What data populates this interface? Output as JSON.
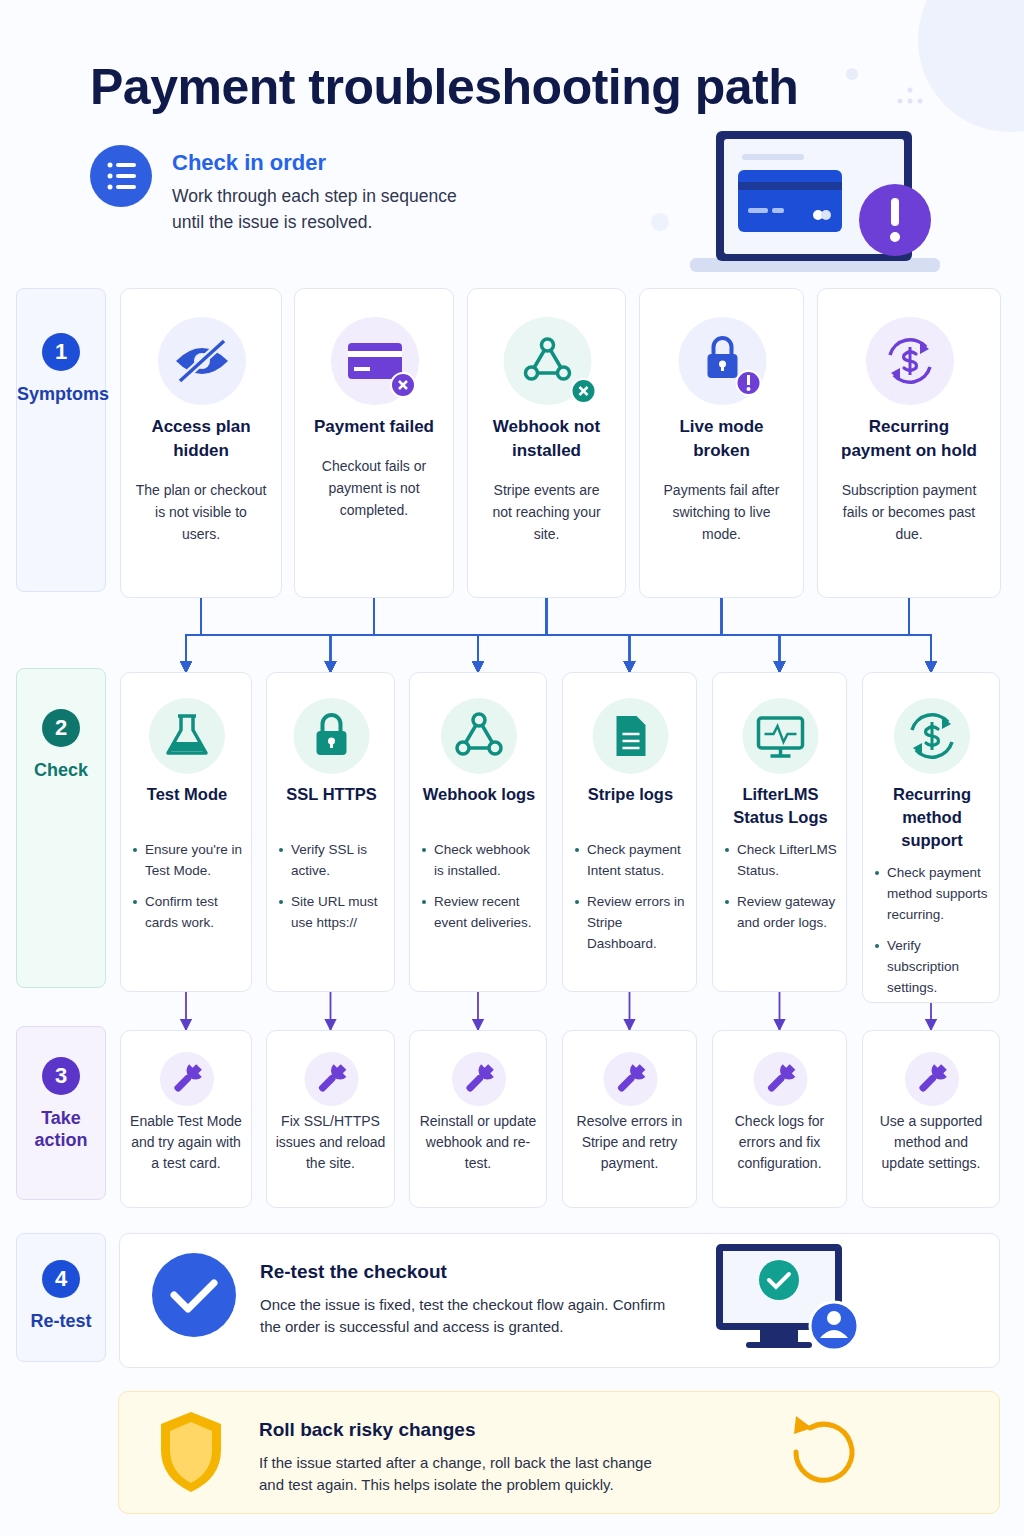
{
  "diagram": {
    "title": "Payment troubleshooting path",
    "nodes": [
      {
        "text": [
          "1",
          "Symptoms"
        ]
      },
      {
        "text": [
          "Access plan hidden",
          "The plan or checkout is not visible to users."
        ]
      },
      {
        "text": [
          "Payment failed",
          "Checkout fails or payment is not completed."
        ]
      },
      {
        "text": [
          "Webhook not installed",
          "Stripe events are not reaching your site."
        ]
      },
      {
        "text": [
          "Live mode broken",
          "Payments fail after switching to live mode."
        ]
      },
      {
        "text": [
          "Recurring payment on hold",
          "Subscription payment fails or becomes past due."
        ]
      },
      {
        "text": [
          "2",
          "Check"
        ]
      },
      {
        "text": [
          "Test Mode",
          "Ensure you're in Test Mode.",
          "Confirm test cards work."
        ]
      },
      {
        "text": [
          "SSL HTTPS",
          "Verify SSL is active.",
          "Site URL must use https://"
        ]
      },
      {
        "text": [
          "Webhook logs",
          "Check webhook is installed.",
          "Review recent event deliveries."
        ]
      },
      {
        "text": [
          "Stripe logs",
          "Check payment Intent status.",
          "Review errors in Stripe Dashboard."
        ]
      },
      {
        "text": [
          "LifterLMS Status Logs",
          "Check LifterLMS Status.",
          "Review gateway and order logs."
        ]
      },
      {
        "text": [
          "Recurring method support",
          "Check payment method supports recurring.",
          "Verify subscription settings."
        ]
      },
      {
        "text": [
          "3",
          "Take action"
        ]
      },
      {
        "text": [
          "Enable Test Mode and try again with a test card."
        ]
      },
      {
        "text": [
          "Fix SSL/HTTPS issues and reload the site."
        ]
      },
      {
        "text": [
          "Reinstall or update webhook and re-test."
        ]
      },
      {
        "text": [
          "Resolve errors in Stripe and retry payment."
        ]
      },
      {
        "text": [
          "Check logs for errors and fix configuration."
        ]
      },
      {
        "text": [
          "Use a supported method and update settings."
        ]
      },
      {
        "text": [
          "4",
          "Re-test"
        ]
      },
      {
        "text": [
          "Re-test the checkout",
          "Once the issue is fixed, test the checkout flow again. Confirm the order is successful and access is granted."
        ]
      },
      {
        "text": [
          "Roll back risky changes",
          "If the issue started after a change, roll back the last change and test again. This helps isolate the problem quickly."
        ]
      }
    ],
    "edges": [
      {
        "from": 1,
        "to": 7,
        "arrow": "to"
      },
      {
        "from": 1,
        "to": 8,
        "arrow": "to"
      },
      {
        "from": 1,
        "to": 9,
        "arrow": "to"
      },
      {
        "from": 1,
        "to": 10,
        "arrow": "to"
      },
      {
        "from": 1,
        "to": 11,
        "arrow": "to"
      },
      {
        "from": 1,
        "to": 12,
        "arrow": "to"
      },
      {
        "from": 2,
        "to": 7,
        "arrow": "to"
      },
      {
        "from": 2,
        "to": 8,
        "arrow": "to"
      },
      {
        "from": 2,
        "to": 9,
        "arrow": "to"
      },
      {
        "from": 2,
        "to": 10,
        "arrow": "to"
      },
      {
        "from": 2,
        "to": 11,
        "arrow": "to"
      },
      {
        "from": 2,
        "to": 12,
        "arrow": "to"
      },
      {
        "from": 3,
        "to": 7,
        "arrow": "to"
      },
      {
        "from": 3,
        "to": 8,
        "arrow": "to"
      },
      {
        "from": 3,
        "to": 9,
        "arrow": "to"
      },
      {
        "from": 3,
        "to": 10,
        "arrow": "to"
      },
      {
        "from": 3,
        "to": 11,
        "arrow": "to"
      },
      {
        "from": 3,
        "to": 12,
        "arrow": "to"
      },
      {
        "from": 4,
        "to": 7,
        "arrow": "to"
      },
      {
        "from": 4,
        "to": 8,
        "arrow": "to"
      },
      {
        "from": 4,
        "to": 9,
        "arrow": "to"
      },
      {
        "from": 4,
        "to": 10,
        "arrow": "to"
      },
      {
        "from": 4,
        "to": 11,
        "arrow": "to"
      },
      {
        "from": 4,
        "to": 12,
        "arrow": "to"
      },
      {
        "from": 5,
        "to": 7,
        "arrow": "to"
      },
      {
        "from": 5,
        "to": 8,
        "arrow": "to"
      },
      {
        "from": 5,
        "to": 9,
        "arrow": "to"
      },
      {
        "from": 5,
        "to": 10,
        "arrow": "to"
      },
      {
        "from": 5,
        "to": 11,
        "arrow": "to"
      },
      {
        "from": 5,
        "to": 12,
        "arrow": "to"
      },
      {
        "from": 7,
        "to": 14,
        "arrow": "to"
      },
      {
        "from": 8,
        "to": 15,
        "arrow": "to"
      },
      {
        "from": 9,
        "to": 16,
        "arrow": "to"
      },
      {
        "from": 10,
        "to": 17,
        "arrow": "to"
      },
      {
        "from": 11,
        "to": 18,
        "arrow": "to"
      },
      {
        "from": 12,
        "to": 19,
        "arrow": "to"
      }
    ],
    "labels": [
      "Check in order",
      "Work through each step in sequence until the issue is resolved."
    ]
  }
}
